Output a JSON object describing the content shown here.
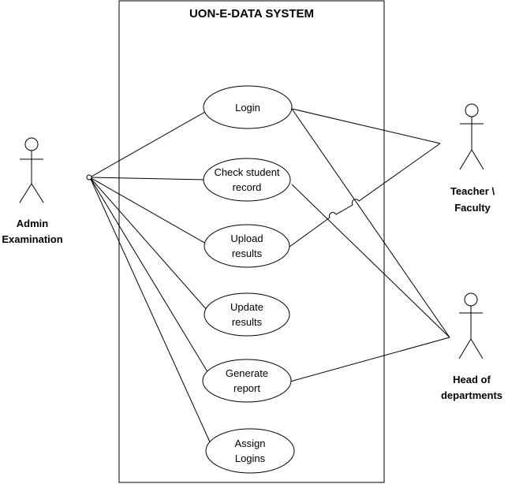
{
  "system": {
    "title": "UON-E-DATA SYSTEM"
  },
  "actors": {
    "admin": {
      "line1": "Admin",
      "line2": "Examination"
    },
    "teacher": {
      "line1": "Teacher \\",
      "line2": "Faculty"
    },
    "hod": {
      "line1": "Head of",
      "line2": "departments"
    }
  },
  "use_cases": [
    {
      "line1": "Login",
      "line2": ""
    },
    {
      "line1": "Check student",
      "line2": "record"
    },
    {
      "line1": "Upload",
      "line2": "results"
    },
    {
      "line1": "Update",
      "line2": "results"
    },
    {
      "line1": "Generate",
      "line2": "report"
    },
    {
      "line1": "Assign",
      "line2": "Logins"
    }
  ]
}
